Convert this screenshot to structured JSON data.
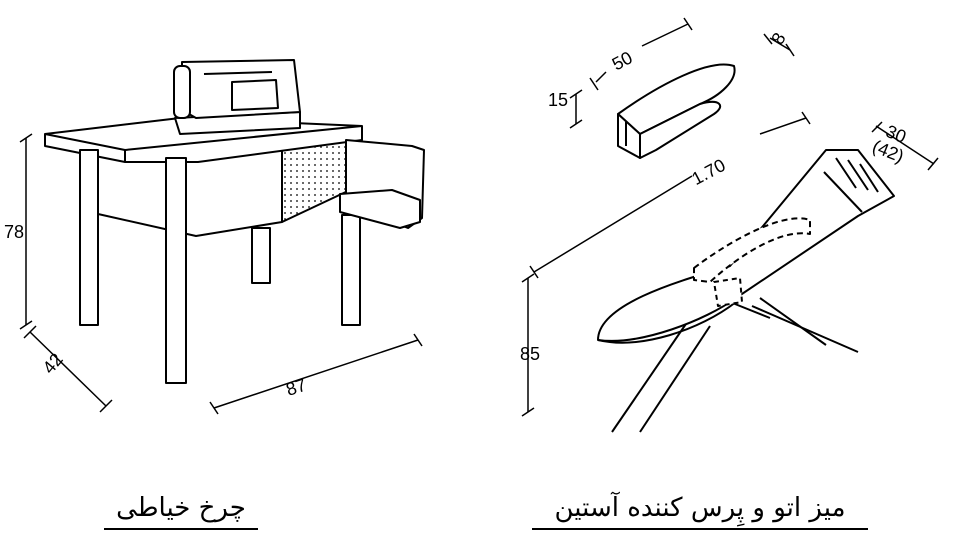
{
  "captions": {
    "sewing_machine": "چرخ خیاطی",
    "ironing_board": "میز اتو و پِرس کننده آستین"
  },
  "dimensions": {
    "sewing_table_height": "78",
    "sewing_table_depth": "42",
    "sewing_table_width": "87",
    "sleeve_press_length": "50",
    "sleeve_press_width": "8",
    "sleeve_press_height": "15",
    "board_length": "1.70",
    "board_width": "30",
    "board_width_alt": "(42)",
    "board_height": "85"
  }
}
